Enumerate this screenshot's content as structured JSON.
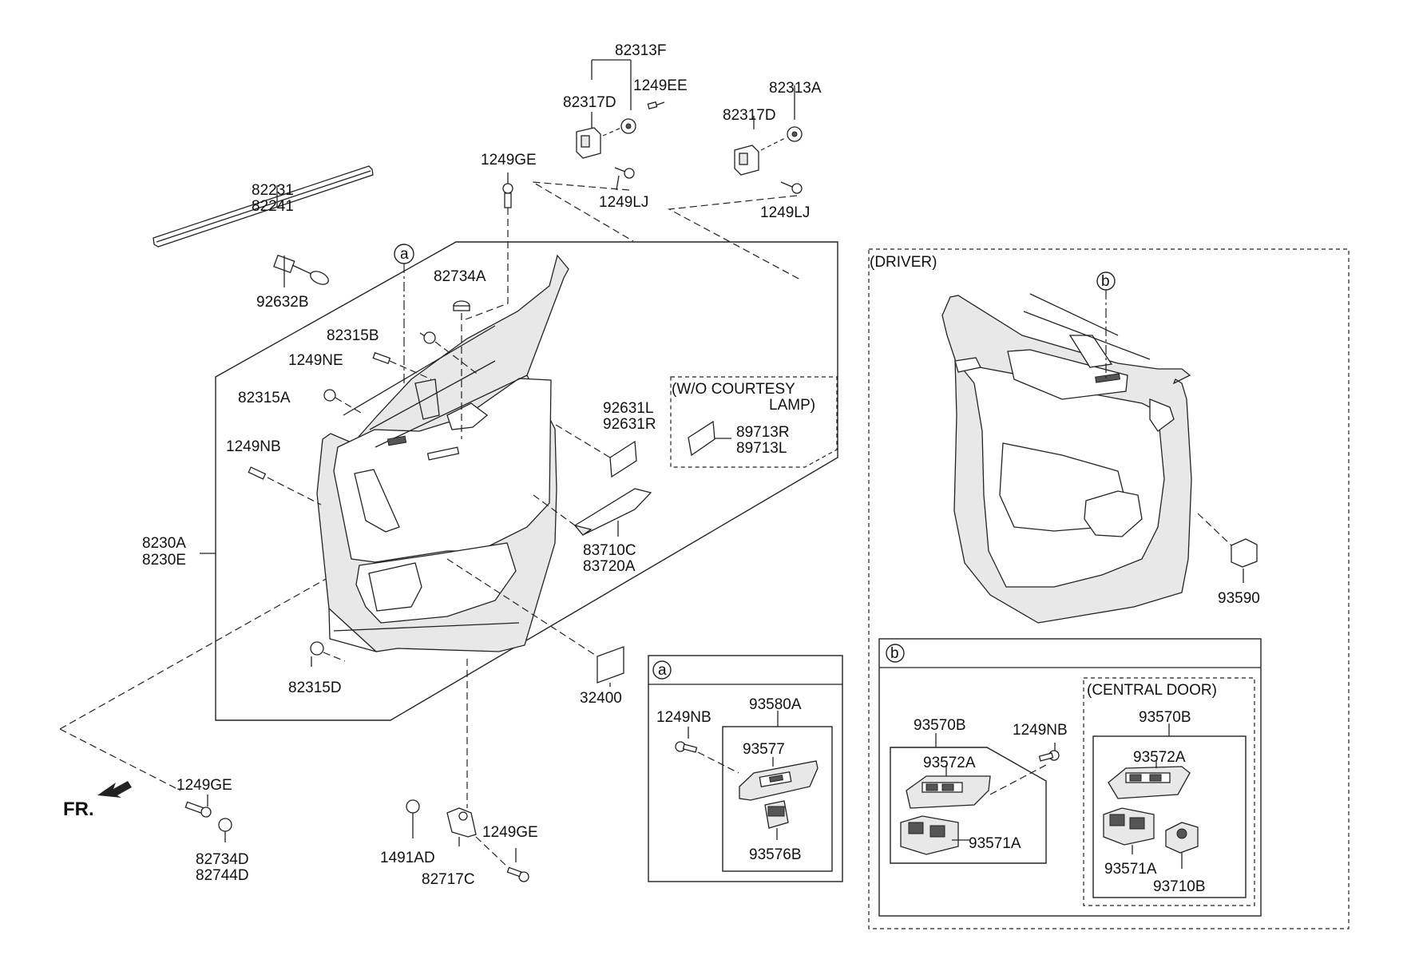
{
  "labels": {
    "p82313F": "82313F",
    "p1249EE": "1249EE",
    "p82317D_a": "82317D",
    "p82313A": "82313A",
    "p82317D_b": "82317D",
    "p1249GE_top": "1249GE",
    "p1249LJ_a": "1249LJ",
    "p1249LJ_b": "1249LJ",
    "p82231": "82231",
    "p82241": "82241",
    "p92632B": "92632B",
    "p82734A": "82734A",
    "p82315B": "82315B",
    "p1249NE": "1249NE",
    "p82315A": "82315A",
    "p1249NB_left": "1249NB",
    "p8230A": "8230A",
    "p8230E": "8230E",
    "p92631L": "92631L",
    "p92631R": "92631R",
    "wo_courtesy_1": "(W/O COURTESY",
    "wo_courtesy_2": "LAMP)",
    "p89713R": "89713R",
    "p89713L": "89713L",
    "p83710C": "83710C",
    "p83720A": "83720A",
    "p82315D": "82315D",
    "p32400": "32400",
    "p1249GE_bl": "1249GE",
    "p82734D": "82734D",
    "p82744D": "82744D",
    "p1491AD": "1491AD",
    "p82717C": "82717C",
    "p1249GE_bm": "1249GE",
    "fr": "FR.",
    "callout_a_main": "a",
    "callout_a_box": "a",
    "p1249NB_a": "1249NB",
    "p93580A": "93580A",
    "p93577": "93577",
    "p93576B": "93576B",
    "driver": "(DRIVER)",
    "callout_b_main": "b",
    "p93590": "93590",
    "callout_b_box": "b",
    "p93570B_left": "93570B",
    "p93572A_left": "93572A",
    "p1249NB_b": "1249NB",
    "p93571A_left": "93571A",
    "central_door": "(CENTRAL DOOR)",
    "p93570B_right": "93570B",
    "p93572A_right": "93572A",
    "p93571A_right": "93571A",
    "p93710B": "93710B"
  }
}
